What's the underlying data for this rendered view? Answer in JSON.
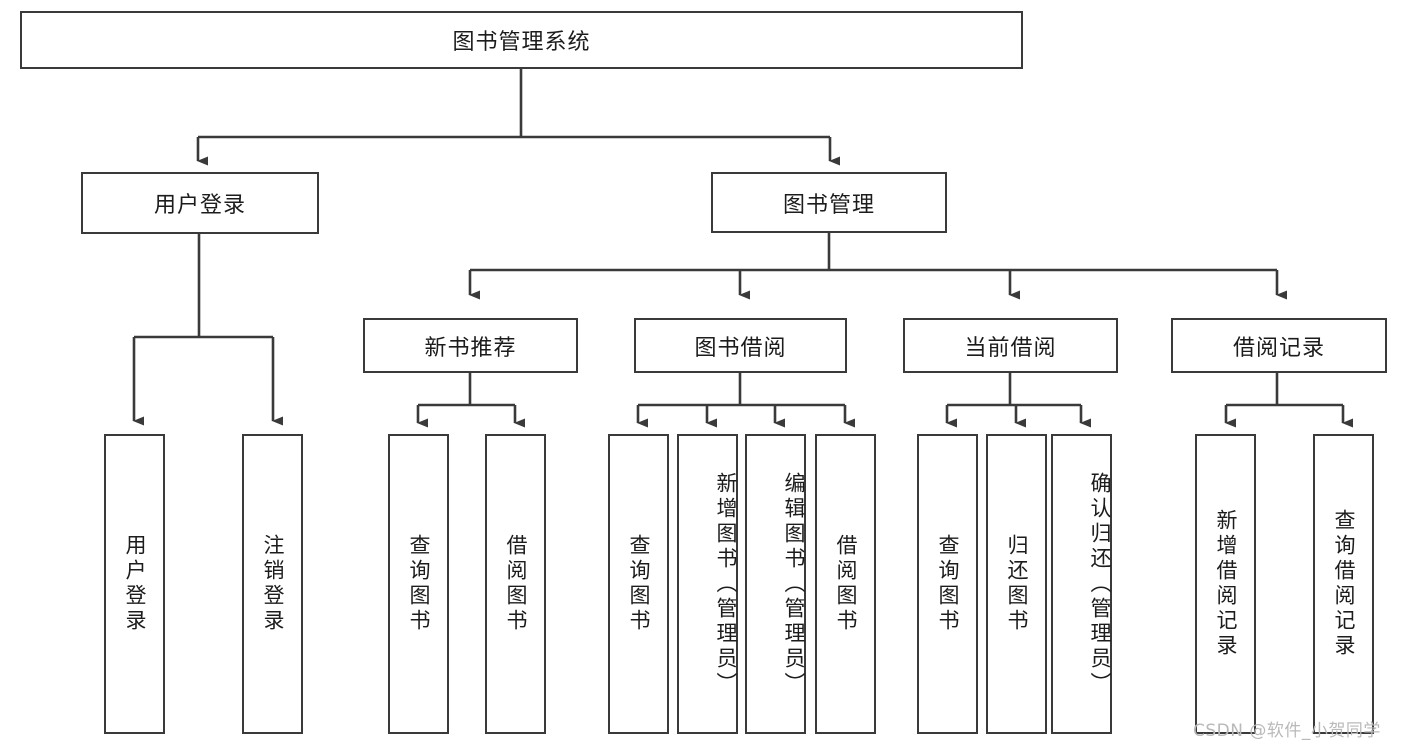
{
  "diagram": {
    "type": "tree-hierarchy",
    "title": "图书管理系统",
    "root": {
      "label": "图书管理系统",
      "id": "root"
    },
    "level1": [
      {
        "id": "user-login",
        "label": "用户登录"
      },
      {
        "id": "book-manage",
        "label": "图书管理"
      }
    ],
    "level2": [
      {
        "id": "new-book-recommend",
        "label": "新书推荐",
        "parent": "book-manage"
      },
      {
        "id": "book-borrow",
        "label": "图书借阅",
        "parent": "book-manage"
      },
      {
        "id": "current-borrow",
        "label": "当前借阅",
        "parent": "book-manage"
      },
      {
        "id": "borrow-record",
        "label": "借阅记录",
        "parent": "book-manage"
      }
    ],
    "leaves": {
      "user-login": [
        {
          "id": "leaf-user-login",
          "label": "用户登录"
        },
        {
          "id": "leaf-user-logout",
          "label": "注销登录"
        }
      ],
      "new-book-recommend": [
        {
          "id": "leaf-query-book-1",
          "label": "查询图书"
        },
        {
          "id": "leaf-borrow-book-1",
          "label": "借阅图书"
        }
      ],
      "book-borrow": [
        {
          "id": "leaf-query-book-2",
          "label": "查询图书"
        },
        {
          "id": "leaf-add-book",
          "label": "新增图书（管理员）"
        },
        {
          "id": "leaf-edit-book",
          "label": "编辑图书（管理员）"
        },
        {
          "id": "leaf-borrow-book-2",
          "label": "借阅图书"
        }
      ],
      "current-borrow": [
        {
          "id": "leaf-query-book-3",
          "label": "查询图书"
        },
        {
          "id": "leaf-return-book",
          "label": "归还图书"
        },
        {
          "id": "leaf-confirm-return",
          "label": "确认归还（管理员）"
        }
      ],
      "borrow-record": [
        {
          "id": "leaf-add-record",
          "label": "新增借阅记录"
        },
        {
          "id": "leaf-query-record",
          "label": "查询借阅记录"
        }
      ]
    }
  },
  "watermark": {
    "text": "CSDN @软件_小贺同学"
  },
  "colors": {
    "stroke": "#3a3a3a",
    "background": "#ffffff",
    "text": "#1c1c1c",
    "watermark": "#b9b9b9"
  }
}
